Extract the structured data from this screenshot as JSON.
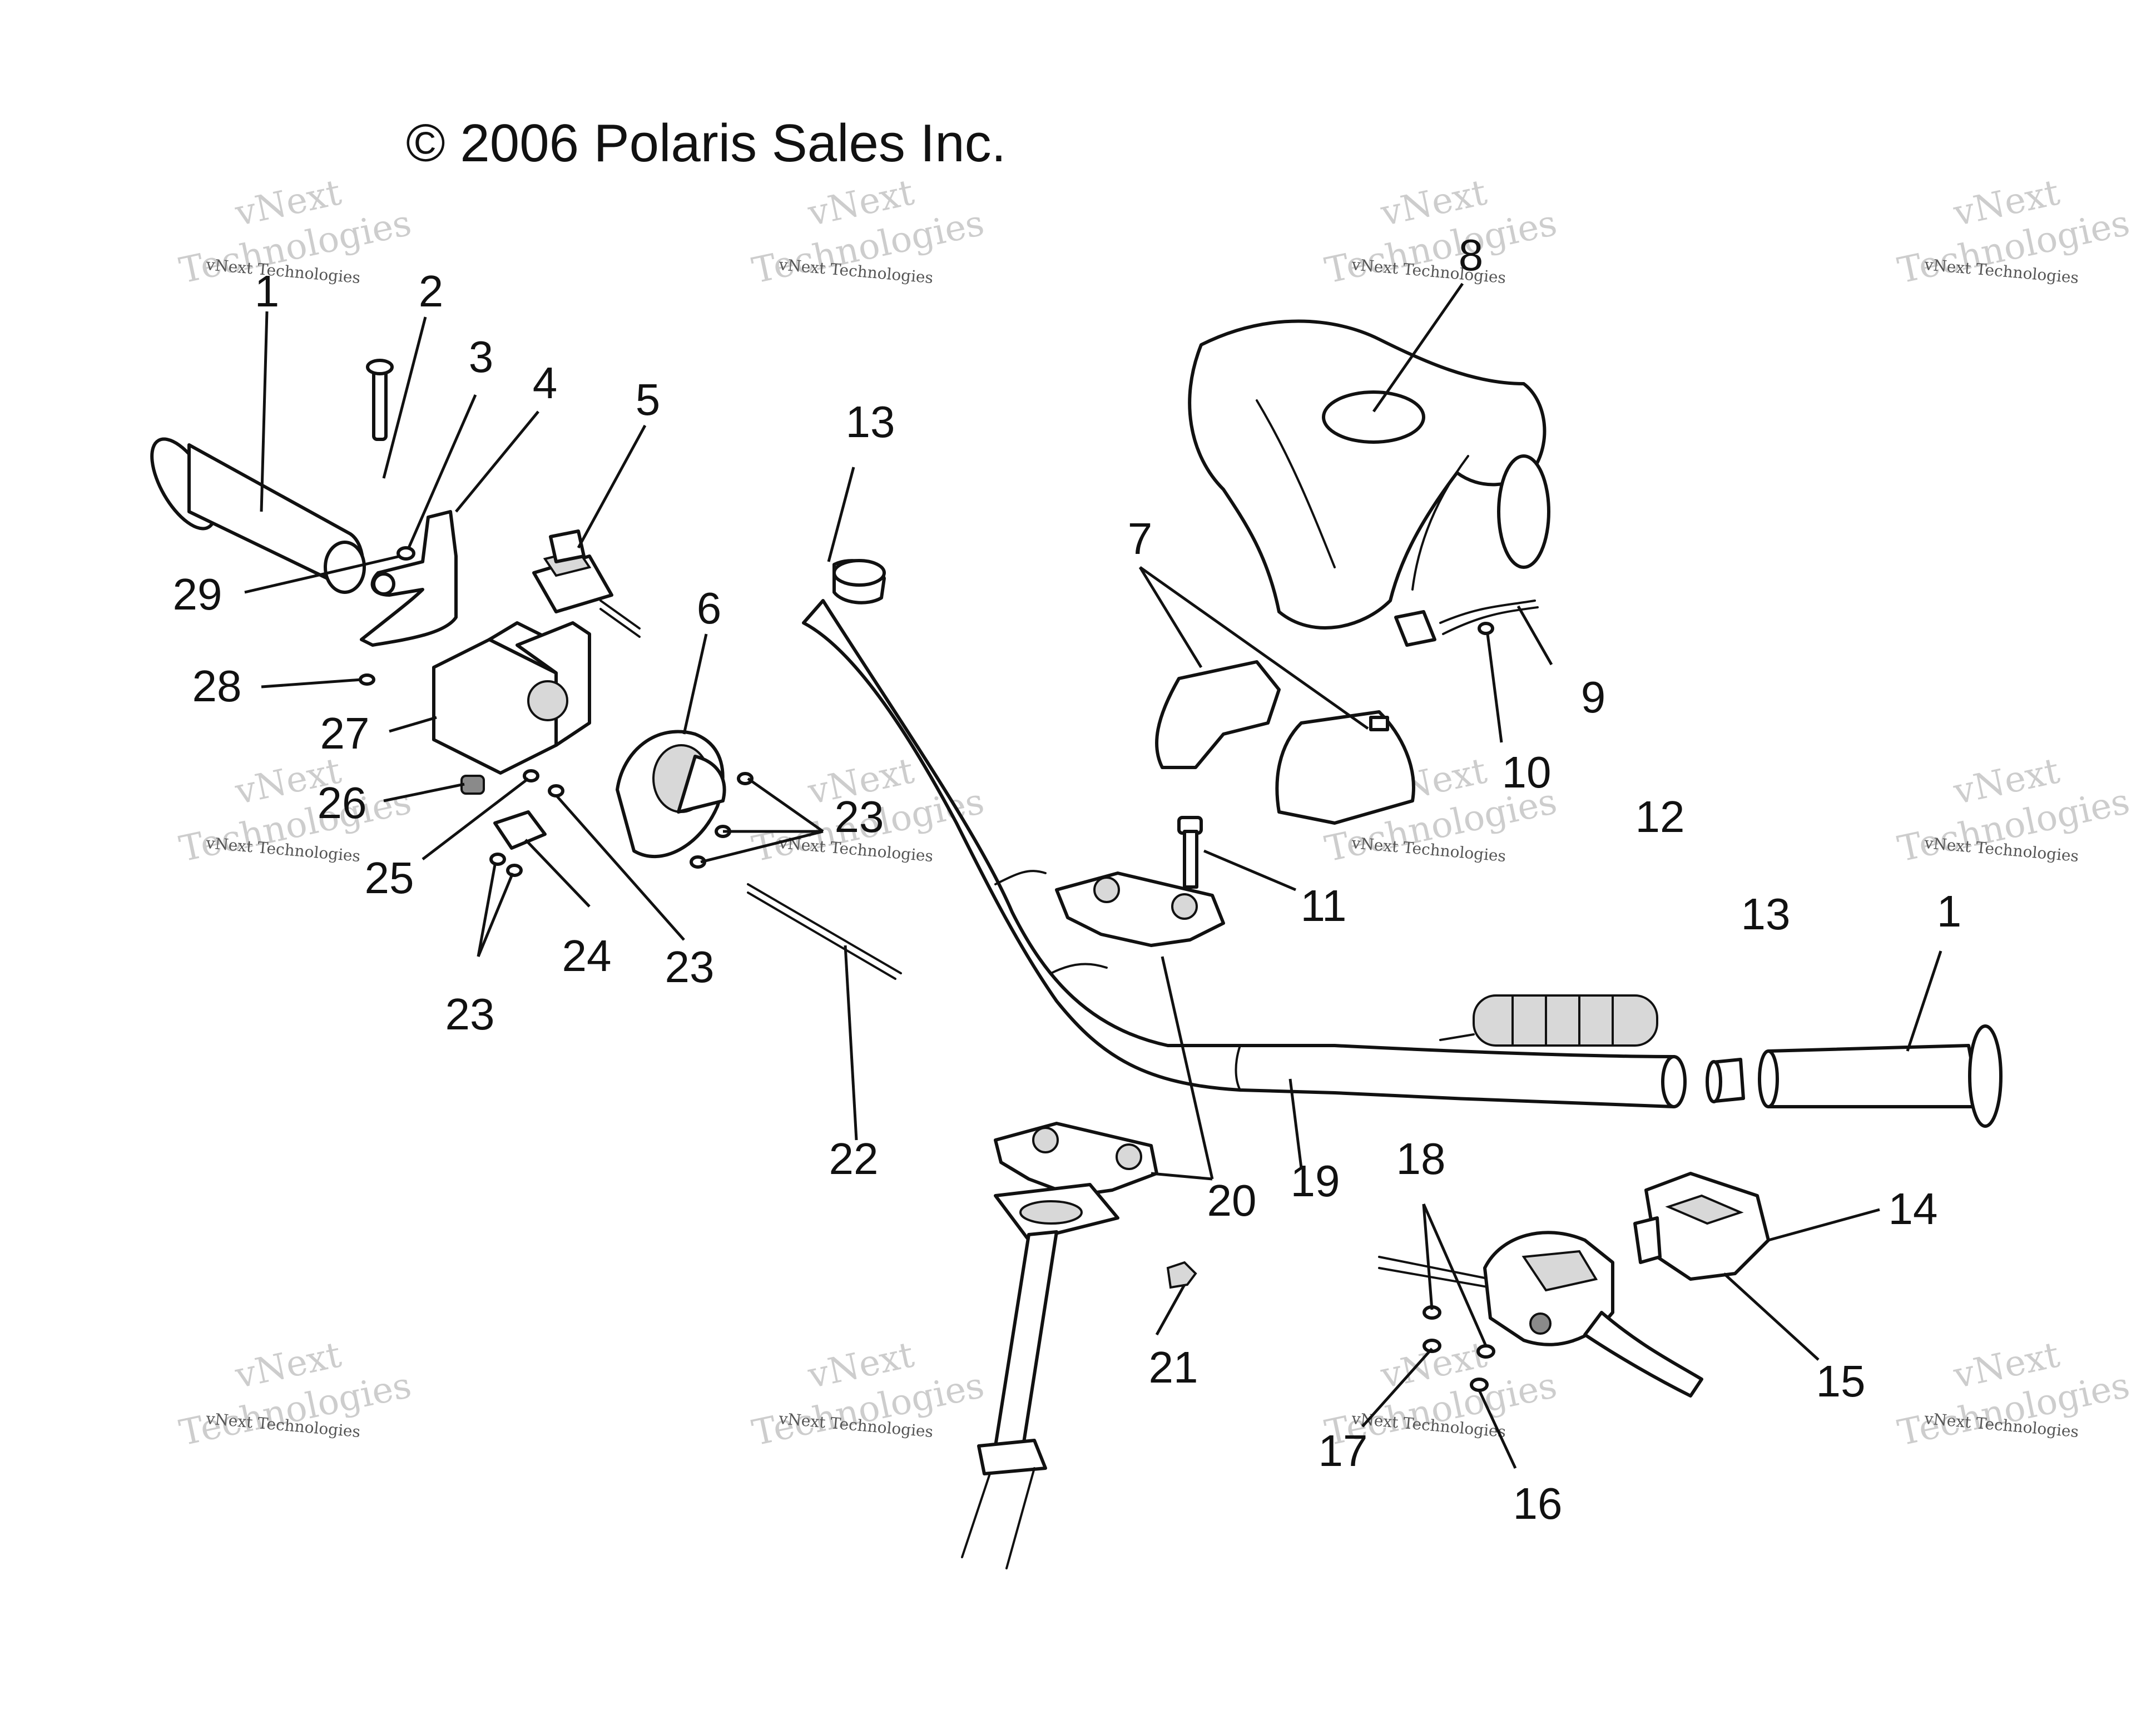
{
  "copyright": "© 2006 Polaris Sales Inc.",
  "watermark": {
    "brand_line1": "vNext",
    "brand_line2": "Technologies",
    "caption": "vNext Technologies"
  },
  "callouts": [
    "1",
    "2",
    "3",
    "4",
    "5",
    "6",
    "7",
    "8",
    "9",
    "10",
    "11",
    "12",
    "13",
    "14",
    "15",
    "16",
    "17",
    "18",
    "19",
    "20",
    "21",
    "22",
    "23",
    "24",
    "25",
    "26",
    "27",
    "28",
    "29"
  ],
  "colors": {
    "ink": "#111111",
    "watermark": "#bdbdbd"
  }
}
